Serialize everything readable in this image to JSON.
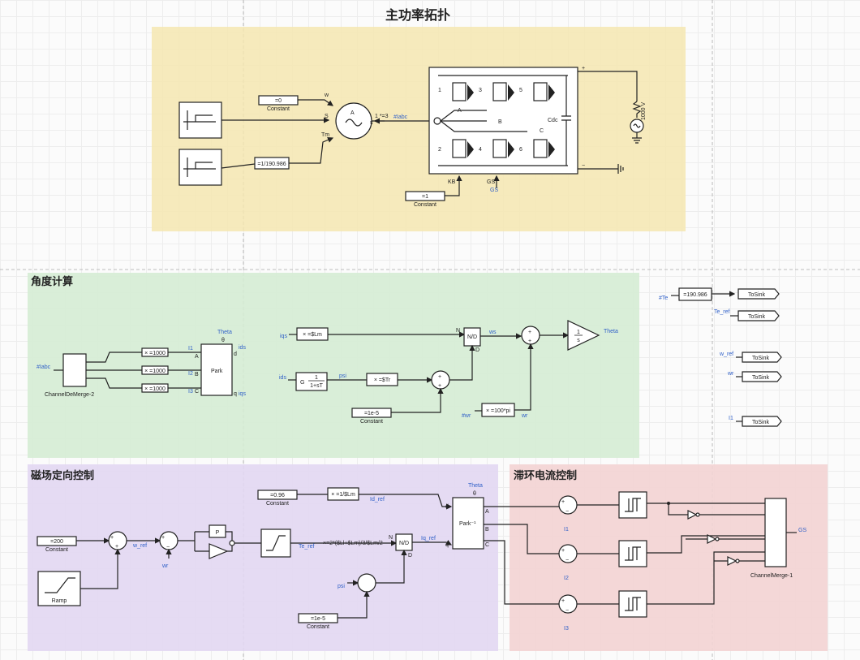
{
  "page_title": "主功率拓扑",
  "colors": {
    "power": "#f5e6b0",
    "angle": "#d5ecd4",
    "flux": "#e2d7f2",
    "hyst": "#f3d3d3"
  },
  "regions": {
    "angle": "角度计算",
    "flux": "磁场定向控制",
    "hyst": "滞环电流控制"
  },
  "power": {
    "const_w": "=0",
    "const_w_label": "Constant",
    "gain_tm": "=1/190.986",
    "port_w": "w",
    "port_s": "S",
    "port_tm": "Tm",
    "motor_a": "A",
    "motor_s": "s",
    "meter": "1 *=3",
    "iabc": "#Iabc",
    "inv_a": "A",
    "inv_b": "B",
    "inv_c": "C",
    "sw1": "1",
    "sw2": "2",
    "sw3": "3",
    "sw4": "4",
    "sw5": "5",
    "sw6": "6",
    "cdc": "Cdc",
    "plus": "+",
    "minus": "−",
    "source": "1000 V",
    "const_kb": "=1",
    "const_kb_label": "Constant",
    "kb": "KB",
    "gs_port": "GS",
    "gs_sig": "GS"
  },
  "angle": {
    "iabc_in": "#Iabc",
    "demux": "ChannelDeMerge-2",
    "g1": "× =1000",
    "g2": "× =1000",
    "g3": "× =1000",
    "i1": "I1",
    "i2": "I2",
    "i3": "I3",
    "park": "Park",
    "theta_in": "Theta",
    "theta_num": "θ",
    "pa": "A",
    "pb": "B",
    "pc": "C",
    "pd": "d",
    "pq": "q",
    "ids_out": "ids",
    "iqs_out": "iqs",
    "iqs_in": "iqs",
    "gain_lm": "× =$Lm",
    "nd": "N/D",
    "n": "N",
    "d": "D",
    "ws": "ws",
    "ids_in": "ids",
    "tf_g": "G",
    "tf_num": "1",
    "tf_den": "1+sT",
    "psi": "psi",
    "gain_tr": "× =$Tr",
    "const_e5": "=1e-5",
    "const_e5_label": "Constant",
    "wr_in": "#wr",
    "gain_pi": "× =100*pi",
    "wr": "wr",
    "integ_num": "1",
    "integ_den": "s",
    "theta_out": "Theta"
  },
  "sinks": {
    "te_in": "#Te",
    "te_gain": "=190.986",
    "te_ref": "Te_ref",
    "w_ref": "w_ref",
    "wr": "wr",
    "i1": "I1",
    "label": "ToSink"
  },
  "flux": {
    "const_096": "=0.96",
    "const_096_label": "Constant",
    "gain_inv_lm": "× =1/$Lm",
    "id_ref": "Id_ref",
    "const_200": "=200",
    "const_200_label": "Constant",
    "ramp": "Ramp",
    "w_ref": "w_ref",
    "wr": "wr",
    "pi_p": "P",
    "te_ref": "Te_ref",
    "expr": "×=2*($Ll+$Lm)/3/$Lm/2",
    "nd": "N/D",
    "n": "N",
    "d": "D",
    "iq_ref": "Iq_ref",
    "psi": "psi",
    "const_e5": "=1e-5",
    "const_e5_label": "Constant",
    "park_inv": "Park⁻¹",
    "theta": "Theta",
    "theta_num": "θ",
    "pd": "d",
    "pq": "q",
    "pa": "A",
    "pb": "B",
    "pc": "C"
  },
  "hyst": {
    "i1": "I1",
    "i2": "I2",
    "i3": "I3",
    "merge": "ChannelMerge-1",
    "gs": "GS"
  }
}
